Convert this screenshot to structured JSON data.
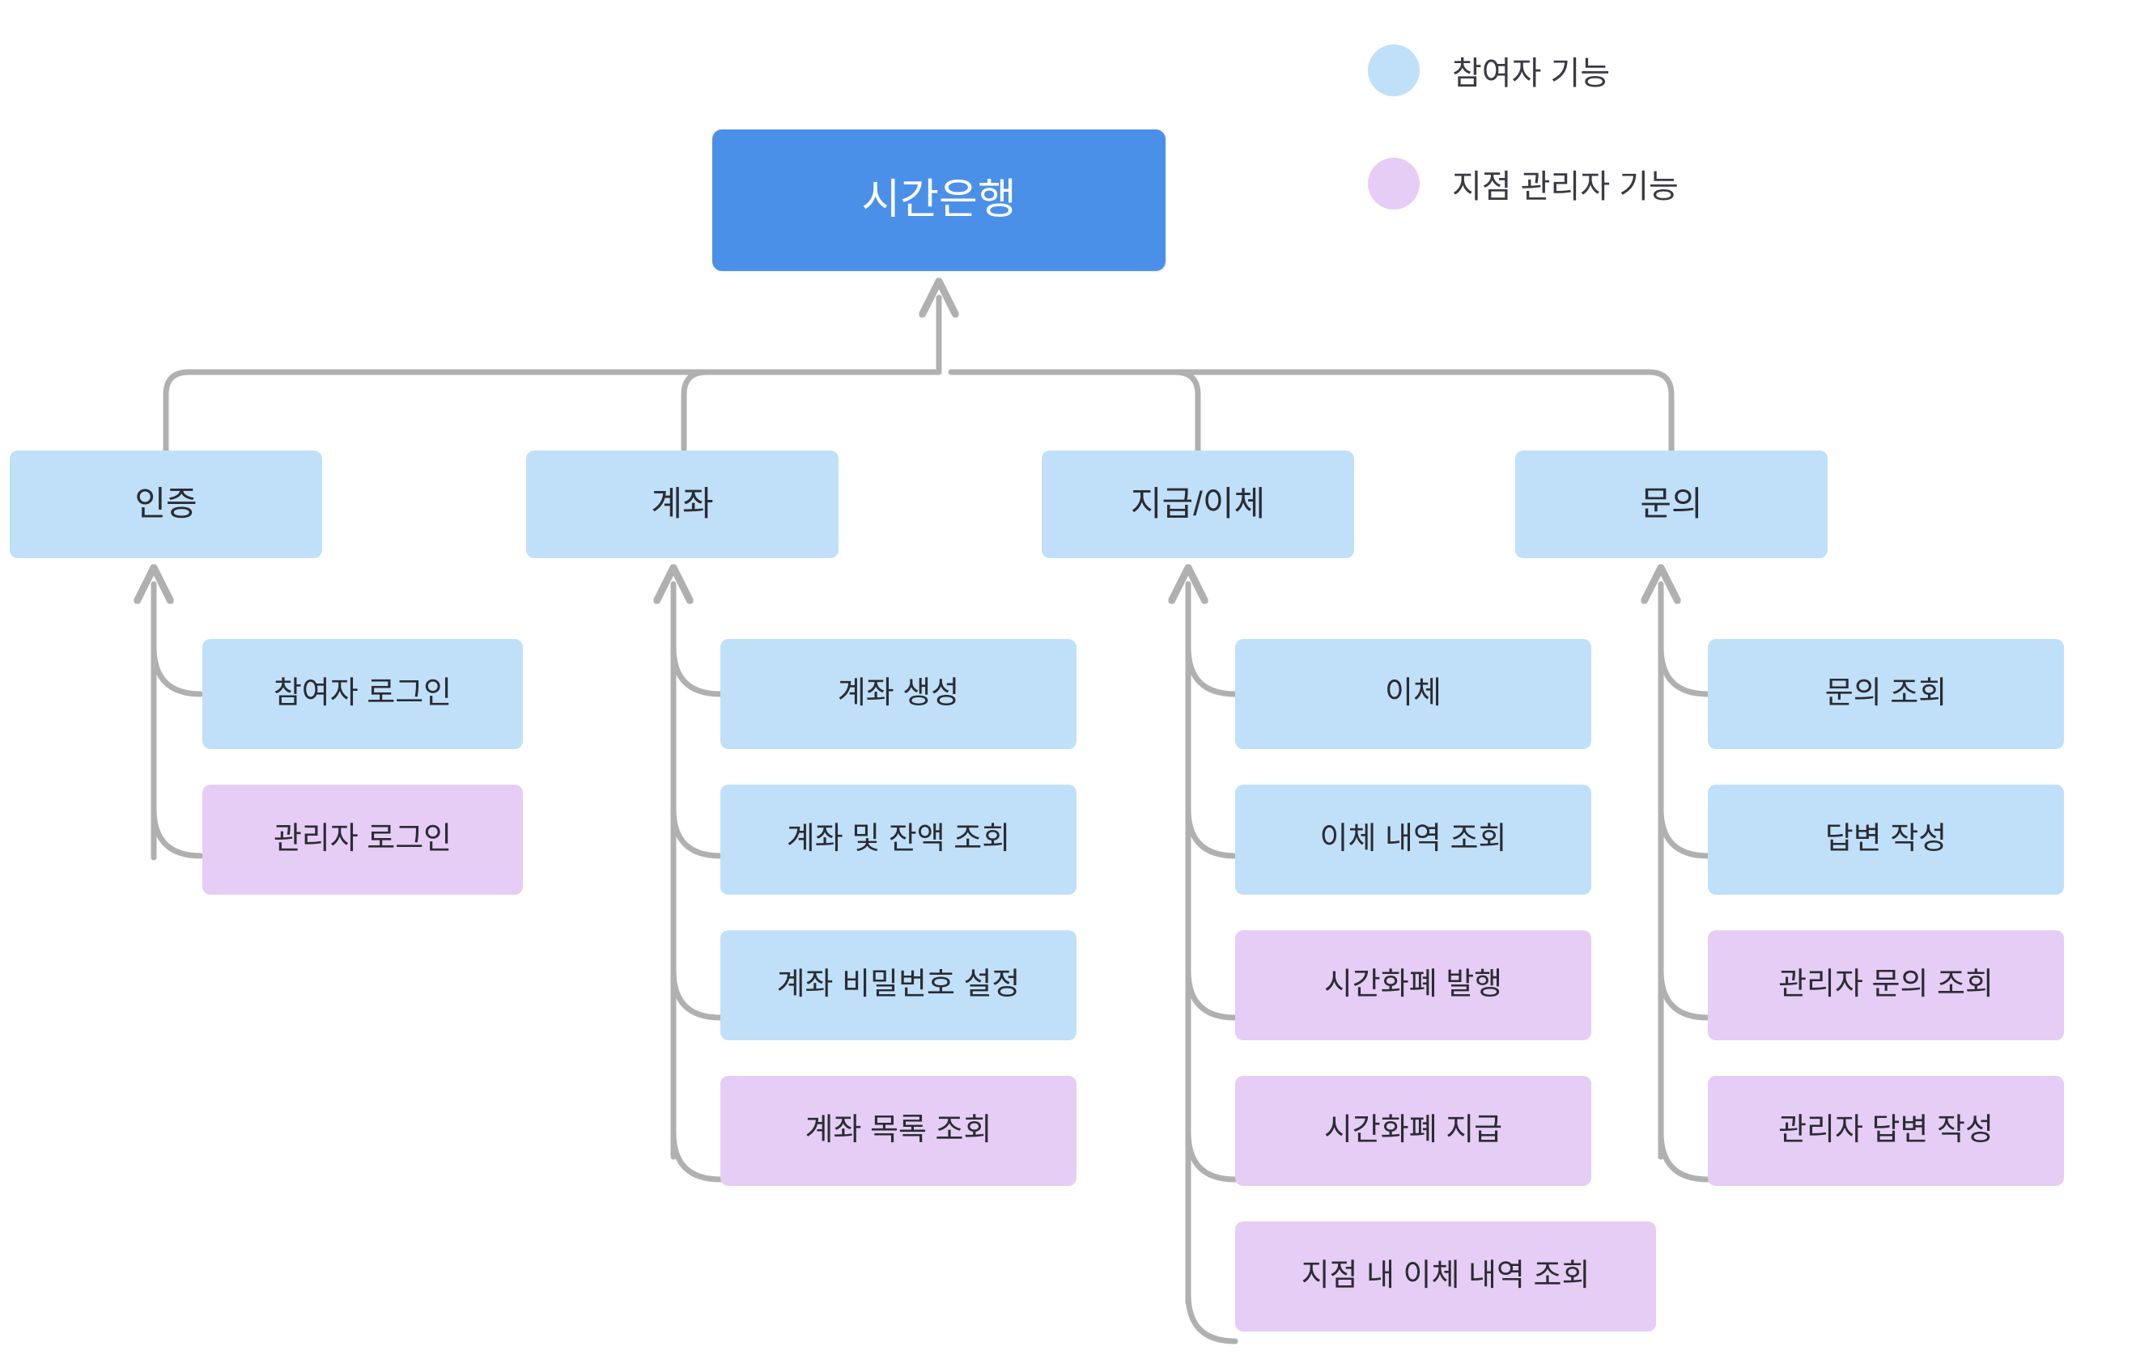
{
  "diagram": {
    "title": "시간은행",
    "root": {
      "label": "시간은행"
    },
    "legend": [
      {
        "label": "참여자 기능",
        "color": "#bfe0f8",
        "role": "participant"
      },
      {
        "label": "지점 관리자 기능",
        "color": "#e5cdf5",
        "role": "branch-manager"
      }
    ],
    "colors": {
      "root_fill": "#4a90e8",
      "root_text": "#ffffff",
      "participant_fill": "#bfe0f8",
      "manager_fill": "#e5cdf5",
      "connector": "#b0b0b0",
      "node_text": "#2b2b32",
      "background": "#ffffff"
    },
    "categories": [
      {
        "label": "인증",
        "children": [
          {
            "label": "참여자 로그인",
            "role": "participant"
          },
          {
            "label": "관리자 로그인",
            "role": "branch-manager"
          }
        ]
      },
      {
        "label": "계좌",
        "children": [
          {
            "label": "계좌 생성",
            "role": "participant"
          },
          {
            "label": "계좌 및 잔액 조회",
            "role": "participant"
          },
          {
            "label": "계좌 비밀번호 설정",
            "role": "participant"
          },
          {
            "label": "계좌 목록 조회",
            "role": "branch-manager"
          }
        ]
      },
      {
        "label": "지급/이체",
        "children": [
          {
            "label": "이체",
            "role": "participant"
          },
          {
            "label": "이체 내역 조회",
            "role": "participant"
          },
          {
            "label": "시간화폐 발행",
            "role": "branch-manager"
          },
          {
            "label": "시간화폐 지급",
            "role": "branch-manager"
          },
          {
            "label": "지점 내 이체 내역 조회",
            "role": "branch-manager"
          }
        ]
      },
      {
        "label": "문의",
        "children": [
          {
            "label": "문의 조회",
            "role": "participant"
          },
          {
            "label": "답변 작성",
            "role": "participant"
          },
          {
            "label": "관리자 문의 조회",
            "role": "branch-manager"
          },
          {
            "label": "관리자 답변 작성",
            "role": "branch-manager"
          }
        ]
      }
    ]
  }
}
